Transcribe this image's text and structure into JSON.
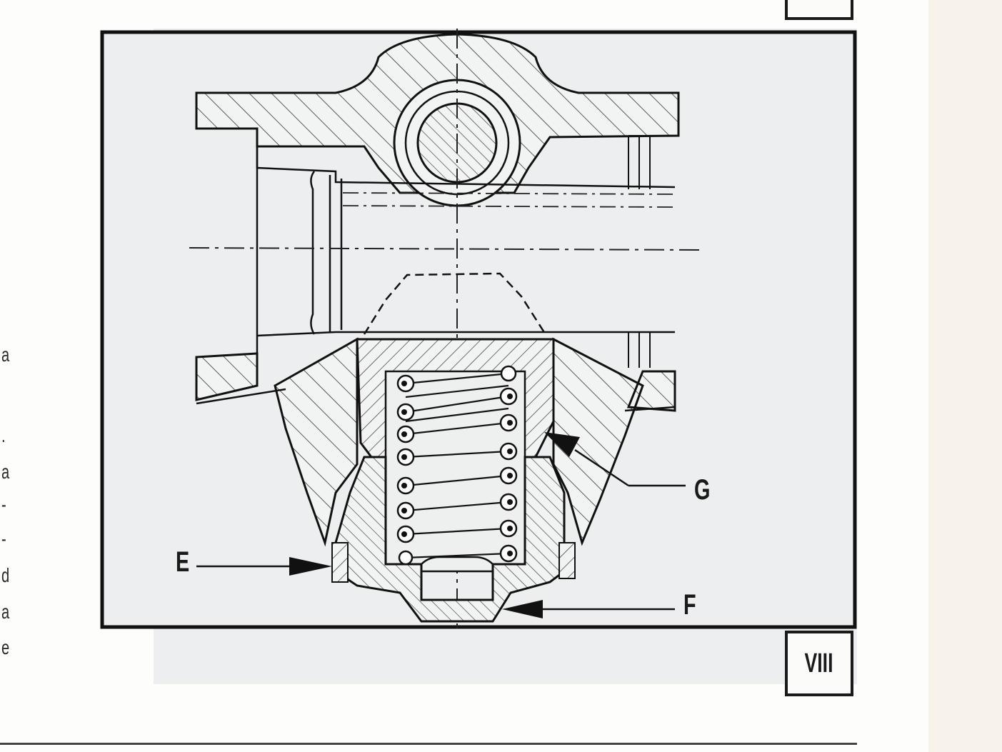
{
  "margin_text": {
    "letters": [
      "a",
      ".",
      "a",
      "-",
      "-",
      "d",
      "a",
      "e"
    ]
  },
  "figure": {
    "plate_number": "VIII",
    "callouts": {
      "E": "E",
      "F": "F",
      "G": "G"
    }
  }
}
